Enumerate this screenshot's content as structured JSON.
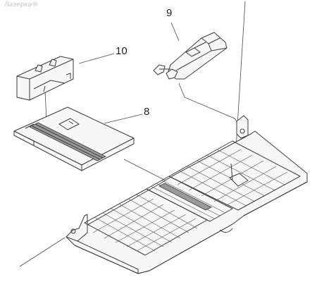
{
  "watermark": "Лазерка®",
  "callouts": {
    "part_9": "9",
    "part_10": "10",
    "part_8": "8"
  },
  "colors": {
    "line": "#3b3b3b",
    "background": "#ffffff",
    "watermark": "#c4c4c4"
  }
}
